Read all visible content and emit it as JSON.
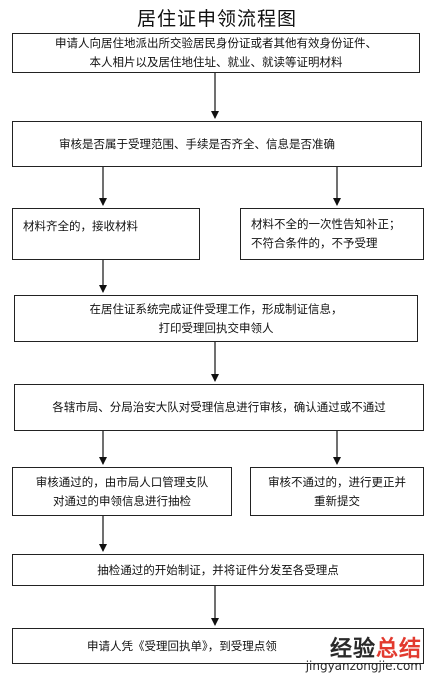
{
  "title": "居住证申领流程图",
  "steps": {
    "s1": [
      "申请人向居住地派出所交验居民身份证或者其他有效身份证件、",
      "本人相片以及居住地住址、就业、就读等证明材料"
    ],
    "s2": [
      "审核是否属于受理范围、手续是否齐全、信息是否准确"
    ],
    "s3a": [
      "材料齐全的，接收材料"
    ],
    "s3b": [
      "材料不全的一次性告知补正；",
      "不符合条件的，不予受理"
    ],
    "s4": [
      "在居住证系统完成证件受理工作，形成制证信息，",
      "打印受理回执交申领人"
    ],
    "s5": [
      "各辖市局、分局治安大队对受理信息进行审核，确认通过或不通过"
    ],
    "s6a": [
      "审核通过的，由市局人口管理支队",
      "对通过的申领信息进行抽检"
    ],
    "s6b": [
      "审核不通过的，进行更正并",
      "重新提交"
    ],
    "s7": [
      "抽检通过的开始制证，并将证件分发至各受理点"
    ],
    "s8": [
      "申请人凭《受理回执单》，到受理点领"
    ]
  },
  "watermark": {
    "brand_black": "经验",
    "brand_red": "总结",
    "url": "jingyanzongjie.com"
  }
}
